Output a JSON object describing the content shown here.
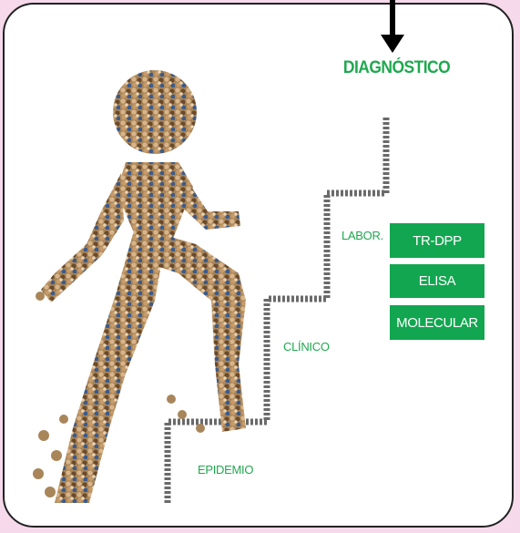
{
  "diagram": {
    "title": "DIAGNÓSTICO",
    "steps": [
      "EPIDEMIO",
      "CLÍNICO",
      "LABOR."
    ],
    "tests": [
      "TR-DPP",
      "ELISA",
      "MOLECULAR"
    ],
    "figure_icon": "crowd-figure-climbing-icon",
    "arrow_icon": "down-arrow-icon",
    "colors": {
      "label": "#1fa84f",
      "box": "#12a650",
      "stairs": "#666666",
      "background": "#f6d9ea"
    }
  }
}
